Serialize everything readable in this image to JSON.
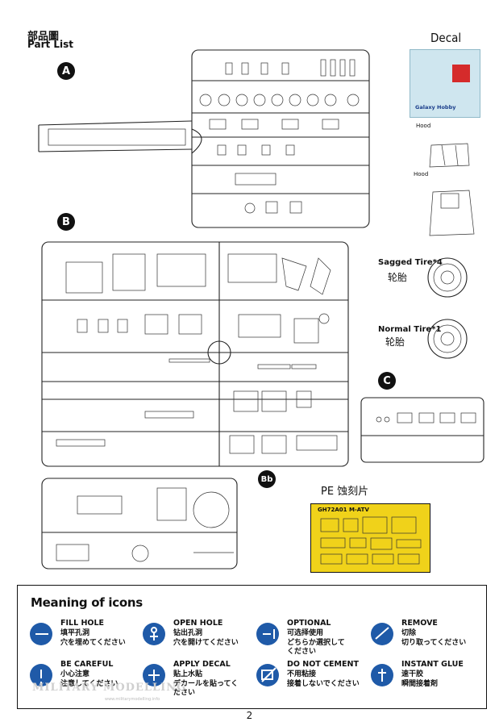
{
  "header": {
    "title_cn": "部品圖",
    "title_en": "Part List"
  },
  "sprues": {
    "a": "A",
    "b": "B",
    "bb": "Bb",
    "c": "C"
  },
  "decal": {
    "title": "Decal",
    "brand": "Galaxy Hobby"
  },
  "hood": {
    "label1": "Hood",
    "label2": "Hood"
  },
  "tires": {
    "sagged_en": "Sagged Tire*4",
    "sagged_cn": "轮胎",
    "normal_en": "Normal Tire*1",
    "normal_cn": "轮胎"
  },
  "pe": {
    "title": "PE 蚀刻片",
    "code": "GH72A01 M-ATV"
  },
  "icons": {
    "title": "Meaning of icons",
    "items": [
      {
        "en": "FILL HOLE",
        "cn": "填平孔洞",
        "jp": "穴を埋めてください",
        "icon": "fill-hole-icon"
      },
      {
        "en": "OPEN HOLE",
        "cn": "钻出孔洞",
        "jp": "穴を開けてください",
        "icon": "open-hole-icon"
      },
      {
        "en": "OPTIONAL",
        "cn": "可选择使用",
        "jp": "どちらか選択してください",
        "icon": "optional-icon"
      },
      {
        "en": "REMOVE",
        "cn": "切除",
        "jp": "切り取ってください",
        "icon": "remove-icon"
      },
      {
        "en": "BE CAREFUL",
        "cn": "小心注意",
        "jp": "注意してください",
        "icon": "be-careful-icon"
      },
      {
        "en": "APPLY DECAL",
        "cn": "贴上水贴",
        "jp": "デカールを貼ってください",
        "icon": "apply-decal-icon"
      },
      {
        "en": "DO NOT CEMENT",
        "cn": "不用粘接",
        "jp": "接着しないでください",
        "icon": "do-not-cement-icon"
      },
      {
        "en": "INSTANT GLUE",
        "cn": "速干胶",
        "jp": "瞬間接着剤",
        "icon": "instant-glue-icon"
      }
    ]
  },
  "watermark": {
    "text": "MILITARY MODELLING",
    "url": "www.militarymodelling.info"
  },
  "page_number": "2"
}
